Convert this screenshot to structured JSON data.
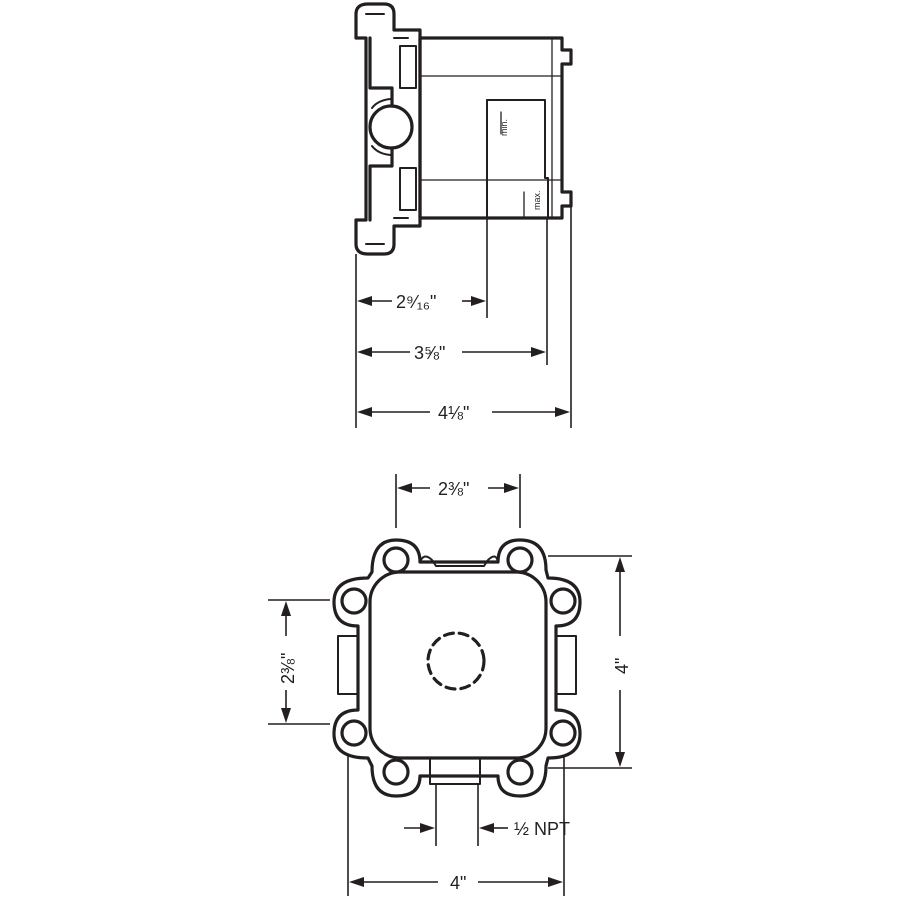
{
  "side_view": {
    "min_label": "min.",
    "max_label": "max.",
    "dim_1": "2⁹⁄₁₆\"",
    "dim_2": "3⅝\"",
    "dim_3": "4⅛\""
  },
  "top_view": {
    "dim_top": "2⅜\"",
    "dim_left": "2⅜\"",
    "dim_right": "4\"",
    "dim_bottom": "4\"",
    "outlet_label": "½ NPT"
  },
  "colors": {
    "line": "#231f20",
    "background": "#ffffff"
  }
}
